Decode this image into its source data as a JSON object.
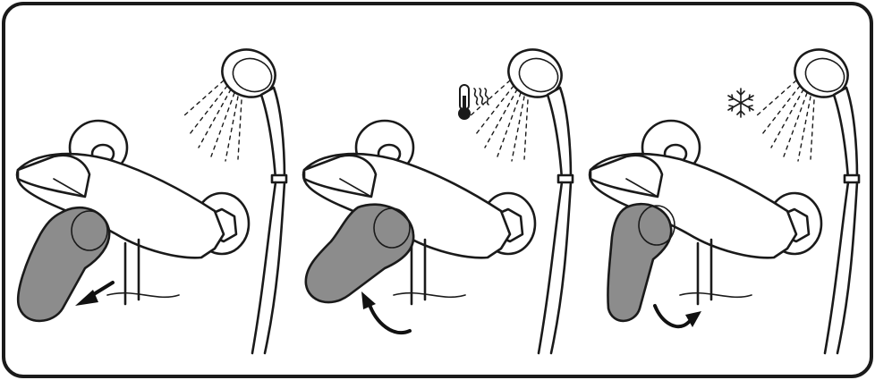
{
  "diagram": {
    "panels": [
      {
        "id": "open",
        "lever_state": "pull-out",
        "indicator_icon": "arrow-pull-icon"
      },
      {
        "id": "hot",
        "lever_state": "rotate-left",
        "indicator_icon": "thermometer-hot-icon"
      },
      {
        "id": "cold",
        "lever_state": "rotate-right",
        "indicator_icon": "snowflake-icon"
      }
    ],
    "colors": {
      "lever": "#8c8c8c",
      "stroke": "#1a1a1a",
      "background": "#ffffff",
      "frame": "#1a1a1a"
    }
  }
}
